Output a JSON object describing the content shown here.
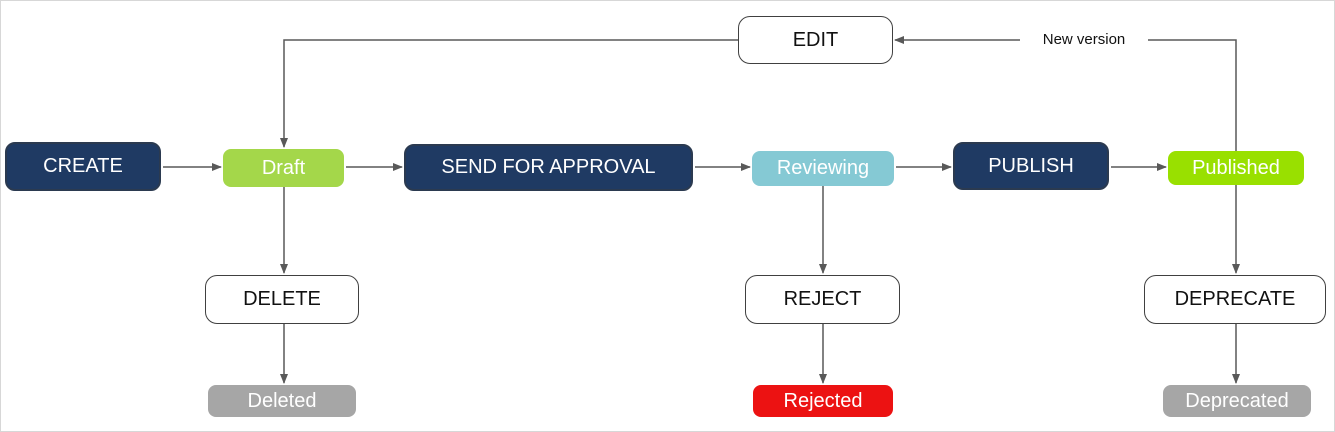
{
  "colors": {
    "canvas-border": "#d7d7d7",
    "navy": "#1f3a63",
    "navy-border": "#2b3a50",
    "green-draft": "#a4d74a",
    "lime-published": "#99e000",
    "teal-reviewing": "#85c9d4",
    "gray-state": "#a6a6a6",
    "red-state": "#ec1212",
    "action-border": "#404040",
    "line": "#595959",
    "text-dark": "#111111"
  },
  "diagram": {
    "nodes": {
      "create": {
        "label": "CREATE"
      },
      "draft": {
        "label": "Draft"
      },
      "send_for_approval": {
        "label": "SEND FOR APPROVAL"
      },
      "reviewing": {
        "label": "Reviewing"
      },
      "publish": {
        "label": "PUBLISH"
      },
      "published": {
        "label": "Published"
      },
      "edit": {
        "label": "EDIT"
      },
      "delete": {
        "label": "DELETE"
      },
      "deleted": {
        "label": "Deleted"
      },
      "reject": {
        "label": "REJECT"
      },
      "rejected": {
        "label": "Rejected"
      },
      "deprecate": {
        "label": "DEPRECATE"
      },
      "deprecated": {
        "label": "Deprecated"
      }
    },
    "edge_labels": {
      "new_version": "New version"
    }
  }
}
